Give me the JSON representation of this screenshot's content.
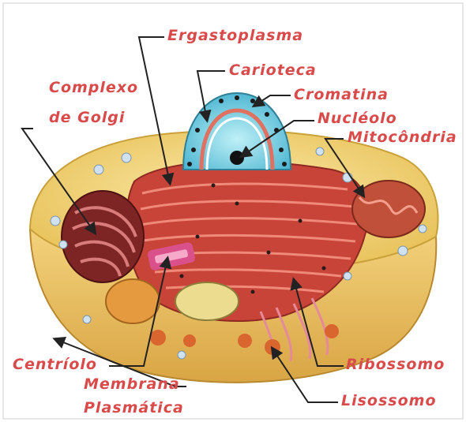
{
  "labels": {
    "ergastoplasma": "Ergastoplasma",
    "carioteca": "Carioteca",
    "complexo": "Complexo",
    "de_golgi": "de Golgi",
    "cromatina": "Cromatina",
    "nucleolo": "Nucléolo",
    "mitocondria": "Mitocôndria",
    "centriolo": "Centríolo",
    "membrana": "Membrana",
    "plasmatica": "Plasmática",
    "ribossomo": "Ribossomo",
    "lisossomo": "Lisossomo"
  },
  "colors": {
    "label_text": "#d94a4a",
    "cytoplasm": "#f2d77a",
    "membrane_outline": "#c9a13a",
    "nucleus": "#7fd6e8",
    "er": "#c9433a",
    "mitochondria": "#c0503a",
    "golgi": "#8b2a2a",
    "pointer_line": "#222222"
  }
}
